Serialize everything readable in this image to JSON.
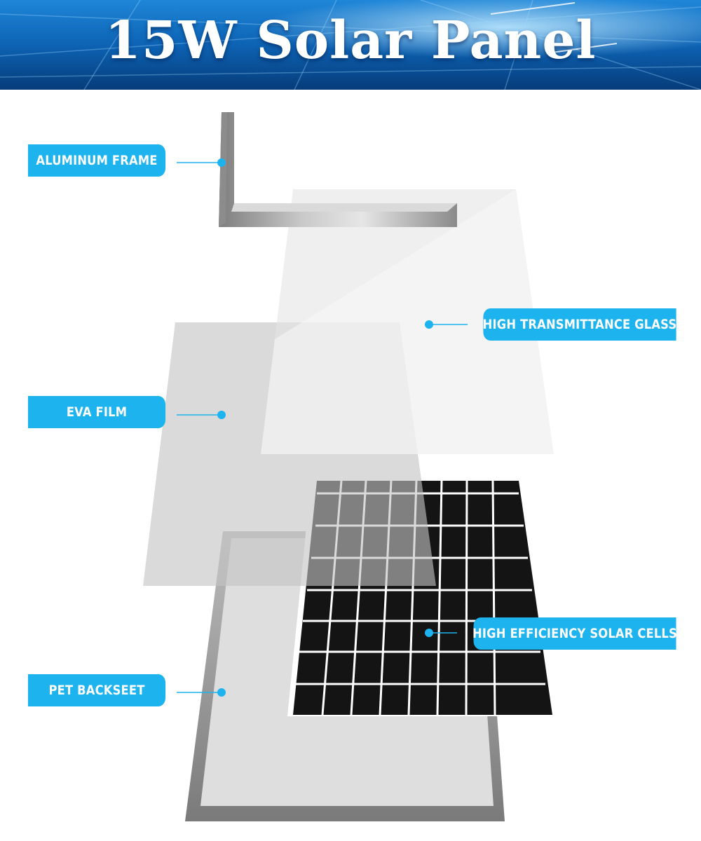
{
  "header": {
    "title": "15W Solar Panel"
  },
  "labels": {
    "aluminum_frame": "ALUMINUM FRAME",
    "glass": "HIGH TRANSMITTANCE GLASS",
    "eva_film": "EVA FILM",
    "solar_cells": "HIGH EFFICIENCY SOLAR CELLS",
    "backsheet": "PET BACKSEET"
  },
  "colors": {
    "banner": "#0d63b4",
    "label_bg": "#1db3ee",
    "label_text": "#ffffff",
    "cell_black": "#111111"
  }
}
